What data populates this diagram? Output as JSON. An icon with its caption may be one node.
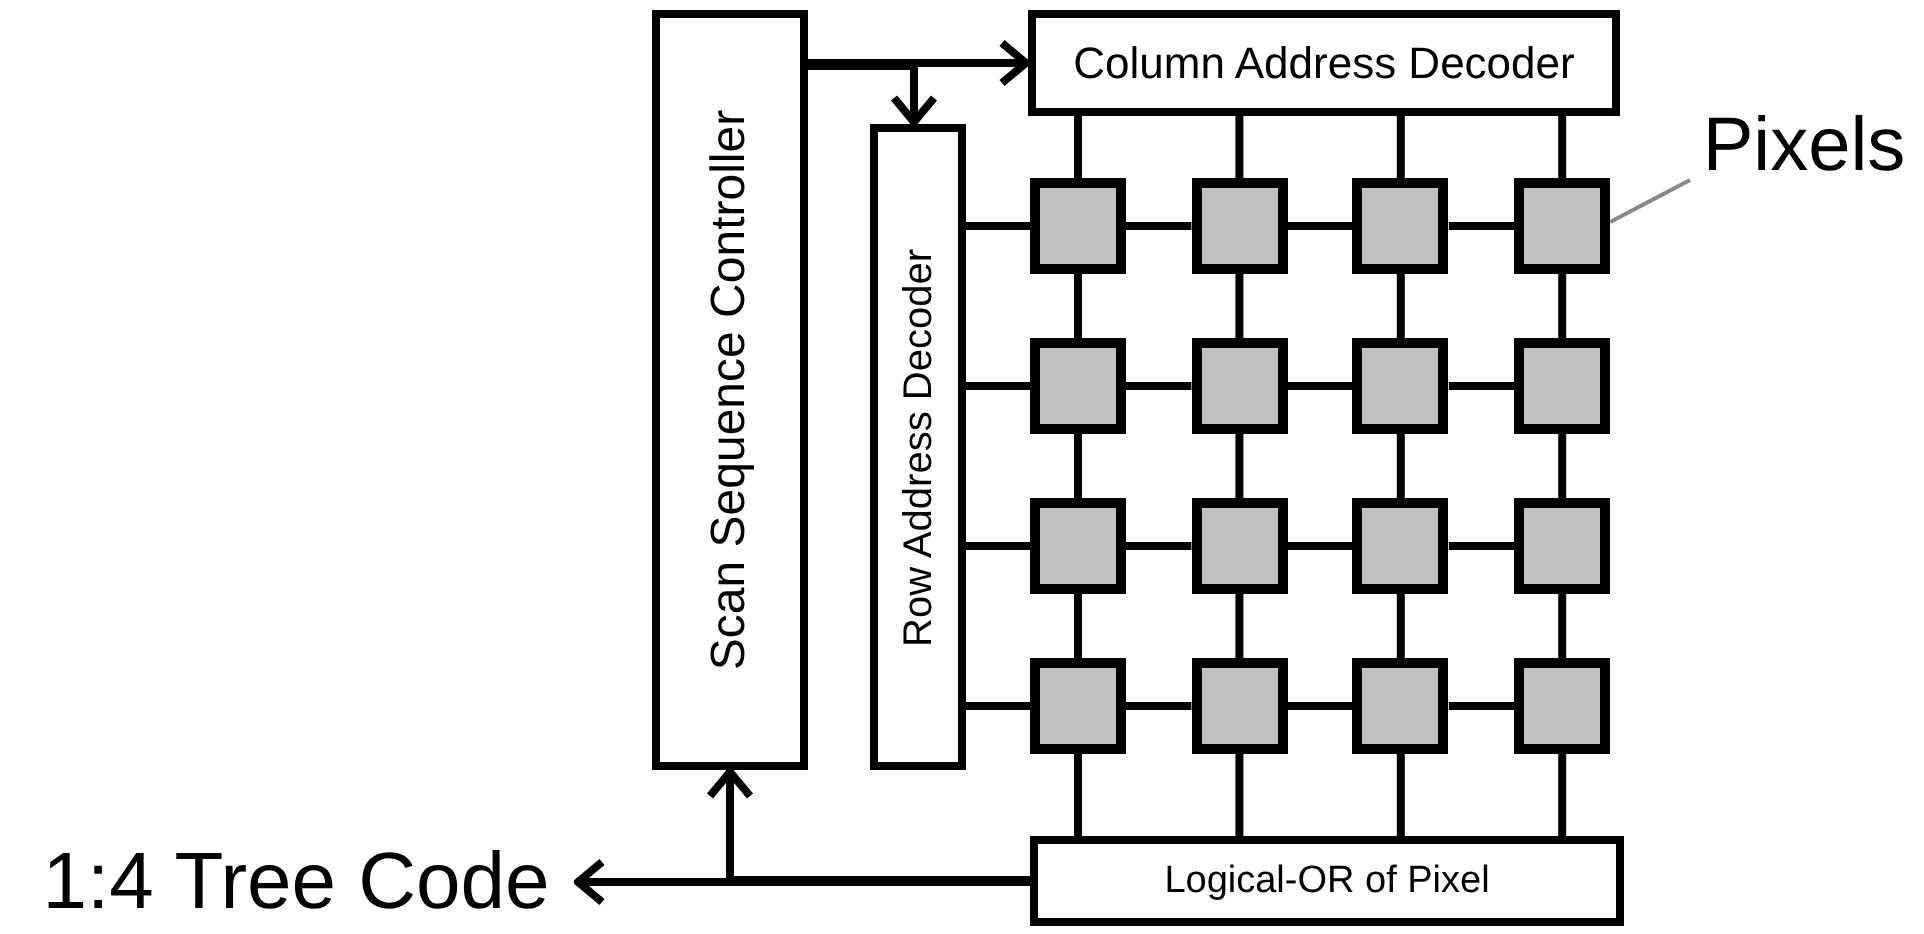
{
  "diagram": {
    "nodes": [
      {
        "text": [
          "Scan Sequence Controller"
        ]
      },
      {
        "text": [
          "Column Address Decoder"
        ]
      },
      {
        "text": [
          "Row Address Decoder"
        ]
      },
      {
        "text": [],
        "shape": "box"
      },
      {
        "text": [],
        "shape": "box"
      },
      {
        "text": [],
        "shape": "box"
      },
      {
        "text": [],
        "shape": "box"
      },
      {
        "text": [],
        "shape": "box"
      },
      {
        "text": [],
        "shape": "box"
      },
      {
        "text": [],
        "shape": "box"
      },
      {
        "text": [],
        "shape": "box"
      },
      {
        "text": [],
        "shape": "box"
      },
      {
        "text": [],
        "shape": "box"
      },
      {
        "text": [],
        "shape": "box"
      },
      {
        "text": [],
        "shape": "box"
      },
      {
        "text": [],
        "shape": "box"
      },
      {
        "text": [],
        "shape": "box"
      },
      {
        "text": [],
        "shape": "box"
      },
      {
        "text": [],
        "shape": "box"
      },
      {
        "text": [
          "Pixels"
        ]
      },
      {
        "text": [
          "Logical-OR of Pixel"
        ]
      },
      {
        "text": [
          "1:4 Tree Code"
        ]
      }
    ],
    "edges": [
      {
        "from": 0,
        "to": 1,
        "arrow": "to"
      },
      {
        "from": 0,
        "to": 2,
        "arrow": "to"
      },
      {
        "from": 20,
        "to": 21,
        "arrow": "to"
      },
      {
        "from": 20,
        "to": 0,
        "arrow": "to"
      },
      {
        "from": 19,
        "to": 6,
        "arrow": "none",
        "color": "#888888"
      },
      {
        "from": 1,
        "to": 3,
        "arrow": "none"
      },
      {
        "from": 1,
        "to": 4,
        "arrow": "none"
      },
      {
        "from": 1,
        "to": 5,
        "arrow": "none"
      },
      {
        "from": 1,
        "to": 6,
        "arrow": "none"
      },
      {
        "from": 3,
        "to": 7,
        "arrow": "none"
      },
      {
        "from": 4,
        "to": 8,
        "arrow": "none"
      },
      {
        "from": 5,
        "to": 9,
        "arrow": "none"
      },
      {
        "from": 6,
        "to": 10,
        "arrow": "none"
      },
      {
        "from": 7,
        "to": 11,
        "arrow": "none"
      },
      {
        "from": 8,
        "to": 12,
        "arrow": "none"
      },
      {
        "from": 9,
        "to": 13,
        "arrow": "none"
      },
      {
        "from": 10,
        "to": 14,
        "arrow": "none"
      },
      {
        "from": 11,
        "to": 15,
        "arrow": "none"
      },
      {
        "from": 12,
        "to": 16,
        "arrow": "none"
      },
      {
        "from": 13,
        "to": 17,
        "arrow": "none"
      },
      {
        "from": 14,
        "to": 18,
        "arrow": "none"
      },
      {
        "from": 15,
        "to": 20,
        "arrow": "none"
      },
      {
        "from": 16,
        "to": 20,
        "arrow": "none"
      },
      {
        "from": 17,
        "to": 20,
        "arrow": "none"
      },
      {
        "from": 18,
        "to": 20,
        "arrow": "none"
      },
      {
        "from": 2,
        "to": 3,
        "arrow": "none"
      },
      {
        "from": 3,
        "to": 4,
        "arrow": "none"
      },
      {
        "from": 4,
        "to": 5,
        "arrow": "none"
      },
      {
        "from": 5,
        "to": 6,
        "arrow": "none"
      },
      {
        "from": 2,
        "to": 7,
        "arrow": "none"
      },
      {
        "from": 7,
        "to": 8,
        "arrow": "none"
      },
      {
        "from": 8,
        "to": 9,
        "arrow": "none"
      },
      {
        "from": 9,
        "to": 10,
        "arrow": "none"
      },
      {
        "from": 2,
        "to": 11,
        "arrow": "none"
      },
      {
        "from": 11,
        "to": 12,
        "arrow": "none"
      },
      {
        "from": 12,
        "to": 13,
        "arrow": "none"
      },
      {
        "from": 13,
        "to": 14,
        "arrow": "none"
      },
      {
        "from": 2,
        "to": 15,
        "arrow": "none"
      },
      {
        "from": 15,
        "to": 16,
        "arrow": "none"
      },
      {
        "from": 16,
        "to": 17,
        "arrow": "none"
      },
      {
        "from": 17,
        "to": 18,
        "arrow": "none"
      }
    ]
  }
}
